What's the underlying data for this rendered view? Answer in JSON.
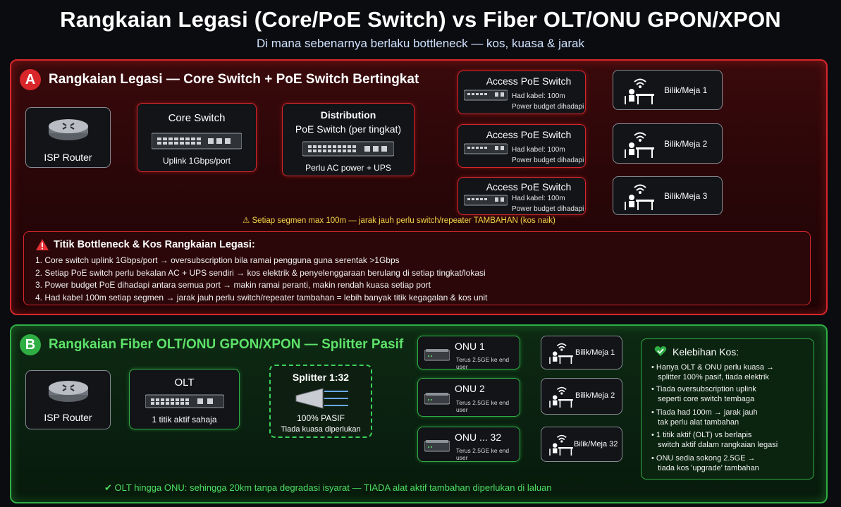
{
  "header": {
    "title": "Rangkaian Legasi (Core/PoE Switch) vs Fiber OLT/ONU GPON/XPON",
    "subtitle": "Di mana sebenarnya berlaku bottleneck — kos, kuasa & jarak"
  },
  "colors": {
    "legacy_accent": "#d8262b",
    "fiber_accent": "#2fae44",
    "warning": "#f5d64a"
  },
  "section_a": {
    "badge": "A",
    "title": "Rangkaian Legasi — Core Switch + PoE Switch Bertingkat",
    "isp_router": {
      "label": "ISP Router",
      "icon": "router-icon"
    },
    "core_switch": {
      "title": "Core Switch",
      "caption": "Uplink 1Gbps/port"
    },
    "distribution": {
      "title_line1": "Distribution",
      "title_line2": "PoE Switch (per tingkat)",
      "caption": "Perlu AC power + UPS"
    },
    "access": [
      {
        "title": "Access PoE Switch",
        "line1": "Had kabel: 100m",
        "line2": "Power budget dihadapi"
      },
      {
        "title": "Access PoE Switch",
        "line1": "Had kabel: 100m",
        "line2": "Power budget dihadapi"
      },
      {
        "title": "Access PoE Switch",
        "line1": "Had kabel: 100m",
        "line2": "Power budget dihadapi"
      }
    ],
    "desks": [
      {
        "label": "Bilik/Meja 1"
      },
      {
        "label": "Bilik/Meja 2"
      },
      {
        "label": "Bilik/Meja 3"
      }
    ],
    "warning": "Setiap segmen max 100m — jarak jauh perlu switch/repeater TAMBAHAN (kos naik)",
    "bottleneck": {
      "title": "Titik Bottleneck & Kos Rangkaian Legasi:",
      "items": [
        "1.   Core switch uplink 1Gbps/port  → oversubscription bila ramai pengguna guna serentak >1Gbps",
        "2.   Setiap PoE switch perlu bekalan AC + UPS sendiri → kos elektrik & penyelenggaraan berulang di setiap tingkat/lokasi",
        "3.   Power budget PoE dihadapi antara semua port  →  makin ramai peranti, makin rendah kuasa setiap port",
        "4.   Had kabel 100m setiap segmen → jarak jauh perlu switch/repeater tambahan = lebih banyak titik kegagalan & kos unit"
      ]
    }
  },
  "section_b": {
    "badge": "B",
    "title": "Rangkaian Fiber OLT/ONU GPON/XPON — Splitter Pasif",
    "isp_router": {
      "label": "ISP Router",
      "icon": "router-icon"
    },
    "olt": {
      "title": "OLT",
      "caption": "1 titik aktif sahaja"
    },
    "splitter": {
      "title": "Splitter 1:32",
      "line1": "100% PASIF",
      "line2": "Tiada kuasa diperlukan"
    },
    "onus": [
      {
        "title": "ONU 1",
        "caption": "Terus 2.5GE ke end user"
      },
      {
        "title": "ONU 2",
        "caption": "Terus 2.5GE ke end user"
      },
      {
        "title": "ONU ... 32",
        "caption": "Terus 2.5GE ke end user"
      }
    ],
    "desks": [
      {
        "label": "Bilik/Meja 1"
      },
      {
        "label": "Bilik/Meja 2"
      },
      {
        "label": "Bilik/Meja 32"
      }
    ],
    "advantages": {
      "title": "Kelebihan Kos:",
      "items": [
        "• Hanya OLT & ONU perlu kuasa →\n   splitter 100% pasif, tiada elektrik",
        "• Tiada oversubscription uplink\n   seperti core switch tembaga",
        "• Tiada had 100m → jarak jauh\n   tak perlu alat tambahan",
        "• 1 titik aktif (OLT) vs berlapis\n   switch aktif dalam rangkaian legasi",
        "• ONU sedia sokong 2.5GE →\n   tiada kos 'upgrade' tambahan"
      ]
    },
    "note": "✔ OLT hingga ONU: sehingga 20km tanpa degradasi isyarat — TIADA alat aktif tambahan diperlukan di laluan"
  }
}
